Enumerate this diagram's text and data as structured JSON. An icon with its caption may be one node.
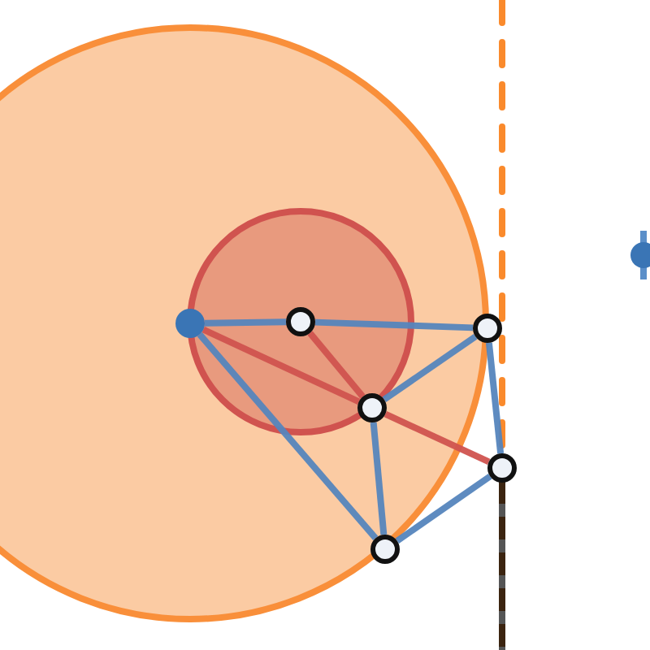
{
  "diagram": {
    "nodes": [
      {
        "text": [],
        "shape": "circle"
      },
      {
        "text": [],
        "shape": "circle"
      },
      {
        "text": [],
        "shape": "circle"
      },
      {
        "text": [],
        "shape": "circle"
      },
      {
        "text": [],
        "shape": "circle"
      },
      {
        "text": [],
        "shape": "circle"
      }
    ],
    "edges": [
      {
        "from": 0,
        "to": 1,
        "arrow": "none"
      },
      {
        "from": 1,
        "to": 2,
        "arrow": "none"
      },
      {
        "from": 0,
        "to": 3,
        "arrow": "none",
        "color": "#d0534f"
      },
      {
        "from": 1,
        "to": 3,
        "arrow": "none",
        "color": "#d0534f"
      },
      {
        "from": 2,
        "to": 3,
        "arrow": "none"
      },
      {
        "from": 2,
        "to": 4,
        "arrow": "none"
      },
      {
        "from": 3,
        "to": 4,
        "arrow": "none",
        "color": "#d0534f"
      },
      {
        "from": 3,
        "to": 5,
        "arrow": "none"
      },
      {
        "from": 0,
        "to": 5,
        "arrow": "none"
      },
      {
        "from": 5,
        "to": 4,
        "arrow": "none"
      }
    ]
  }
}
